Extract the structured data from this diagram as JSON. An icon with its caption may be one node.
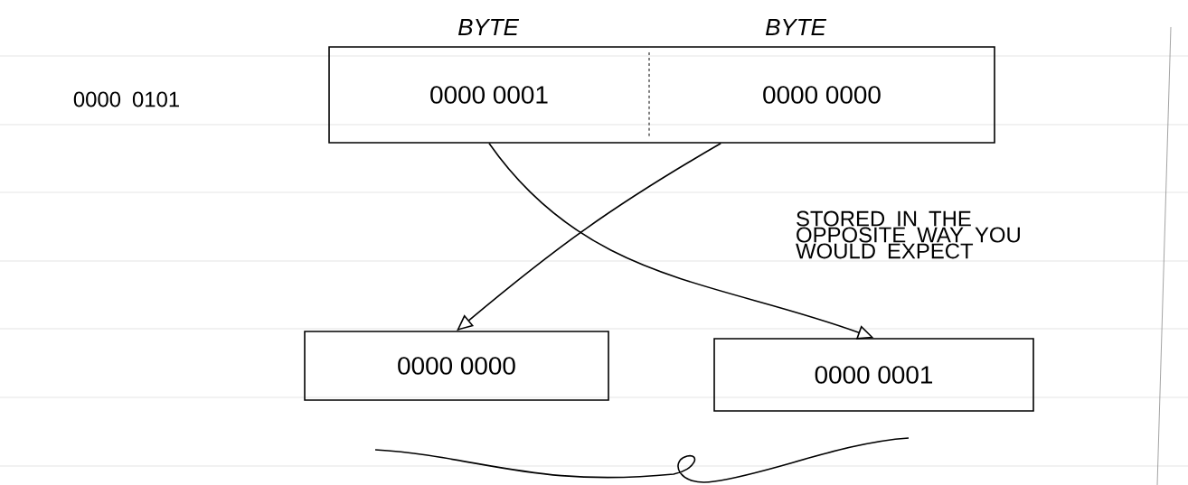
{
  "diagram": {
    "nodes": [
      {
        "text": [
          "0000 0001"
        ],
        "beside": [
          "BYTE"
        ]
      },
      {
        "text": [
          "0000 0000"
        ],
        "beside": [
          "BYTE"
        ]
      },
      {
        "text": [
          "0000 0000"
        ]
      },
      {
        "text": [
          "0000 0001"
        ]
      }
    ],
    "edges": [
      {
        "from": 0,
        "to": 3,
        "arrow": "to"
      },
      {
        "from": 1,
        "to": 2,
        "arrow": "to"
      }
    ],
    "labels": [
      "0000 0101",
      "STORED IN THE OPPOSITE WAY YOU WOULD EXPECT"
    ]
  }
}
